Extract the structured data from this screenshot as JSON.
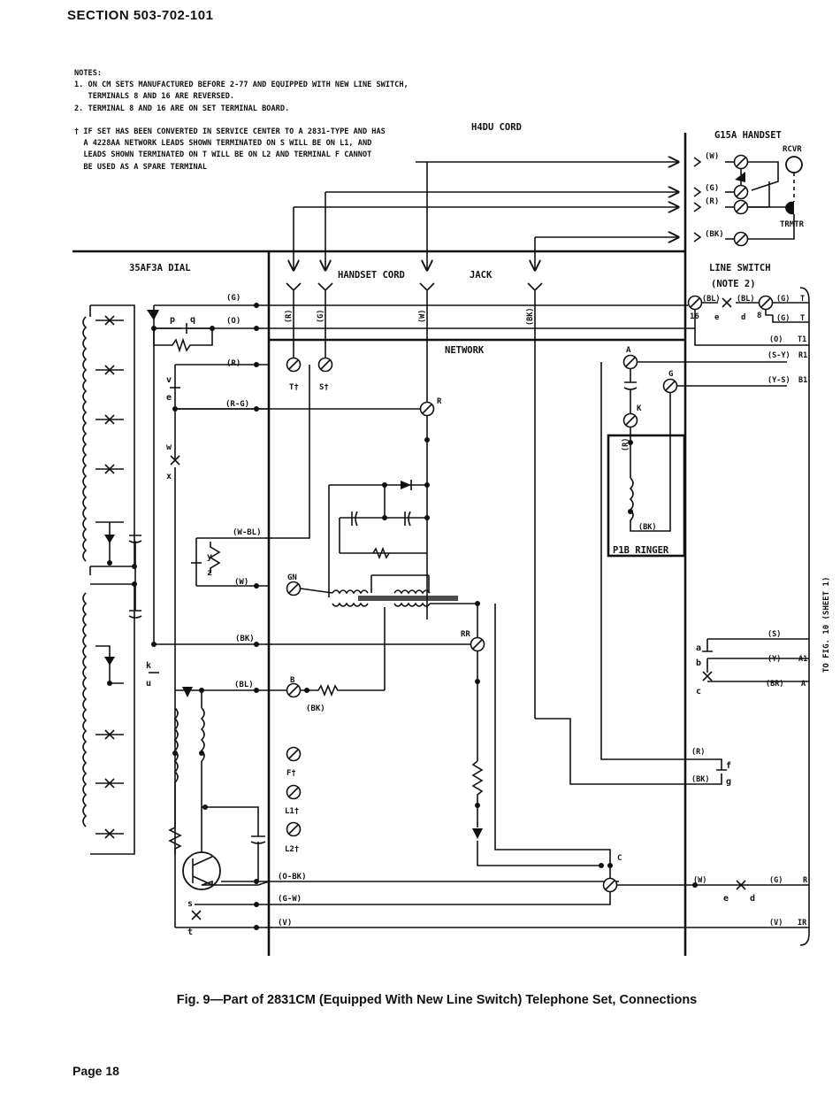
{
  "header": "SECTION 503-702-101",
  "notes": [
    "NOTES:",
    "1. ON CM SETS MANUFACTURED BEFORE 2-77 AND EQUIPPED WITH NEW LINE SWITCH,",
    "   TERMINALS 8 AND 16 ARE REVERSED.",
    "2. TERMINAL 8 AND 16 ARE ON SET TERMINAL BOARD.",
    "",
    "† IF SET HAS BEEN CONVERTED IN SERVICE CENTER TO A 2831-TYPE AND HAS",
    "  A 4228AA NETWORK LEADS SHOWN TERMINATED ON S WILL BE ON L1, AND",
    "  LEADS SHOWN TERMINATED ON T WILL BE ON L2 AND TERMINAL F CANNOT",
    "  BE USED AS A SPARE TERMINAL"
  ],
  "labels": {
    "h4du_cord": "H4DU CORD",
    "g15a_handset": "G15A HANDSET",
    "rcvr": "RCVR",
    "trmtr": "TRMTR",
    "dial": "35AF3A DIAL",
    "handset_cord": "HANDSET CORD",
    "jack": "JACK",
    "line_switch": "LINE SWITCH",
    "note2": "(NOTE 2)",
    "network": "NETWORK",
    "p1b_ringer": "P1B RINGER",
    "to_fig": "TO FIG. 10 (SHEET 1)"
  },
  "handset_leads": [
    "(W)",
    "(G)",
    "(R)",
    "(BK)"
  ],
  "cord_colors": [
    "(R)",
    "(G)",
    "(W)",
    "(BK)"
  ],
  "dial_leads": [
    "(G)",
    "(O)",
    "(R)",
    "(R-G)",
    "(W-BL)",
    "(W)",
    "(BK)",
    "(BL)",
    "(O-BK)",
    "(G-W)",
    "(V)"
  ],
  "line_leads": {
    "row1": [
      "(BL)",
      "(BL)",
      "(G)",
      "T"
    ],
    "row2": [
      "(G)",
      "T"
    ],
    "row3": [
      "(O)",
      "T1"
    ],
    "row4": [
      "(S-Y)",
      "R1"
    ],
    "row5": [
      "(Y-S)",
      "B1"
    ],
    "s": "(S)",
    "a1": [
      "(Y)",
      "A1"
    ],
    "a": [
      "(BR)",
      "A"
    ],
    "fr": "(R)",
    "gbk": "(BK)",
    "w": "(W)",
    "rg": [
      "(G)",
      "R"
    ],
    "ir": [
      "(V)",
      "IR"
    ]
  },
  "terminals": {
    "T": "T†",
    "S": "S†",
    "R": "R",
    "GN": "GN",
    "RR": "RR",
    "B": "B",
    "F": "F†",
    "L1": "L1†",
    "L2": "L2†",
    "A": "A",
    "G": "G",
    "K": "K",
    "C": "C"
  },
  "contacts": {
    "p": "p",
    "q": "q",
    "v": "v",
    "e": "e",
    "w": "w",
    "x": "x",
    "y": "y",
    "z": "z",
    "k": "k",
    "u": "u",
    "s": "s",
    "t": "t",
    "sixteen": "16",
    "e2": "e",
    "d2": "d",
    "eight": "8",
    "a": "a",
    "b": "b",
    "c": "c",
    "f": "f",
    "g": "g",
    "e3": "e",
    "d3": "d"
  },
  "ringer_leads": [
    "(R)",
    "(BK)"
  ],
  "network_leads": [
    "(BK)"
  ],
  "caption": "Fig. 9—Part of 2831CM (Equipped With New Line Switch) Telephone Set, Connections",
  "page": "Page 18"
}
